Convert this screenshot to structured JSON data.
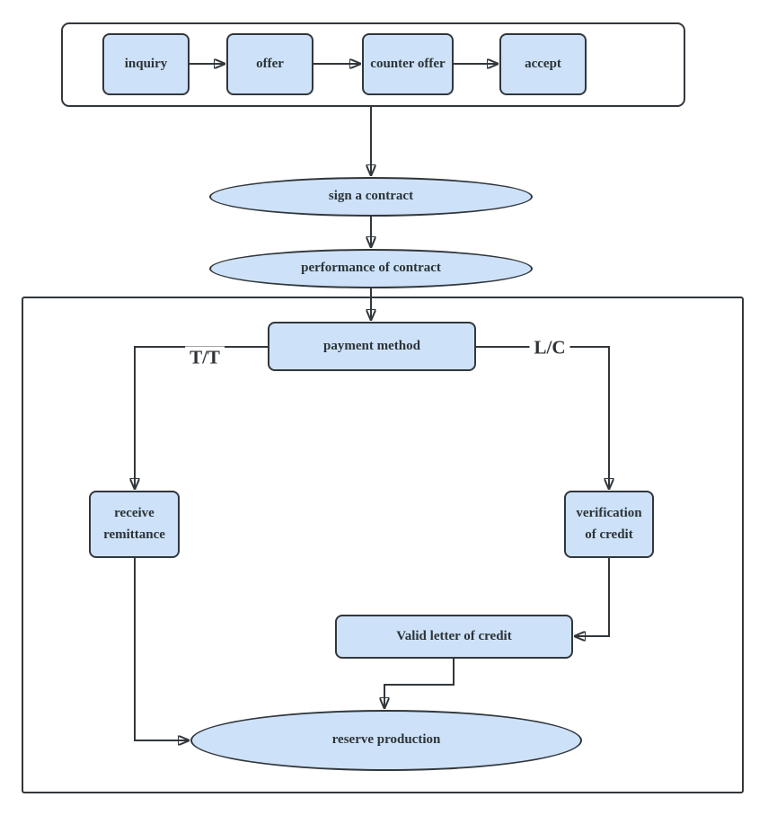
{
  "nodes": {
    "inquiry": {
      "label": "inquiry"
    },
    "offer": {
      "label": "offer"
    },
    "counter_offer": {
      "label": "counter offer"
    },
    "accept": {
      "label": "accept"
    },
    "sign_contract": {
      "label": "sign a contract"
    },
    "performance_of_contract": {
      "label": "performance of contract"
    },
    "payment_method": {
      "label": "payment method"
    },
    "receive_remittance": {
      "label": "receive remittance"
    },
    "verification_of_credit": {
      "label": "verification of credit"
    },
    "valid_letter_of_credit": {
      "label": "Valid letter of credit"
    },
    "reserve_production": {
      "label": "reserve production"
    }
  },
  "edge_labels": {
    "tt": "T/T",
    "lc": "L/C"
  },
  "colors": {
    "node_fill": "#cde2f8",
    "node_border": "#32373c",
    "line": "#32373c",
    "text": "#2d3338",
    "background": "#ffffff"
  }
}
